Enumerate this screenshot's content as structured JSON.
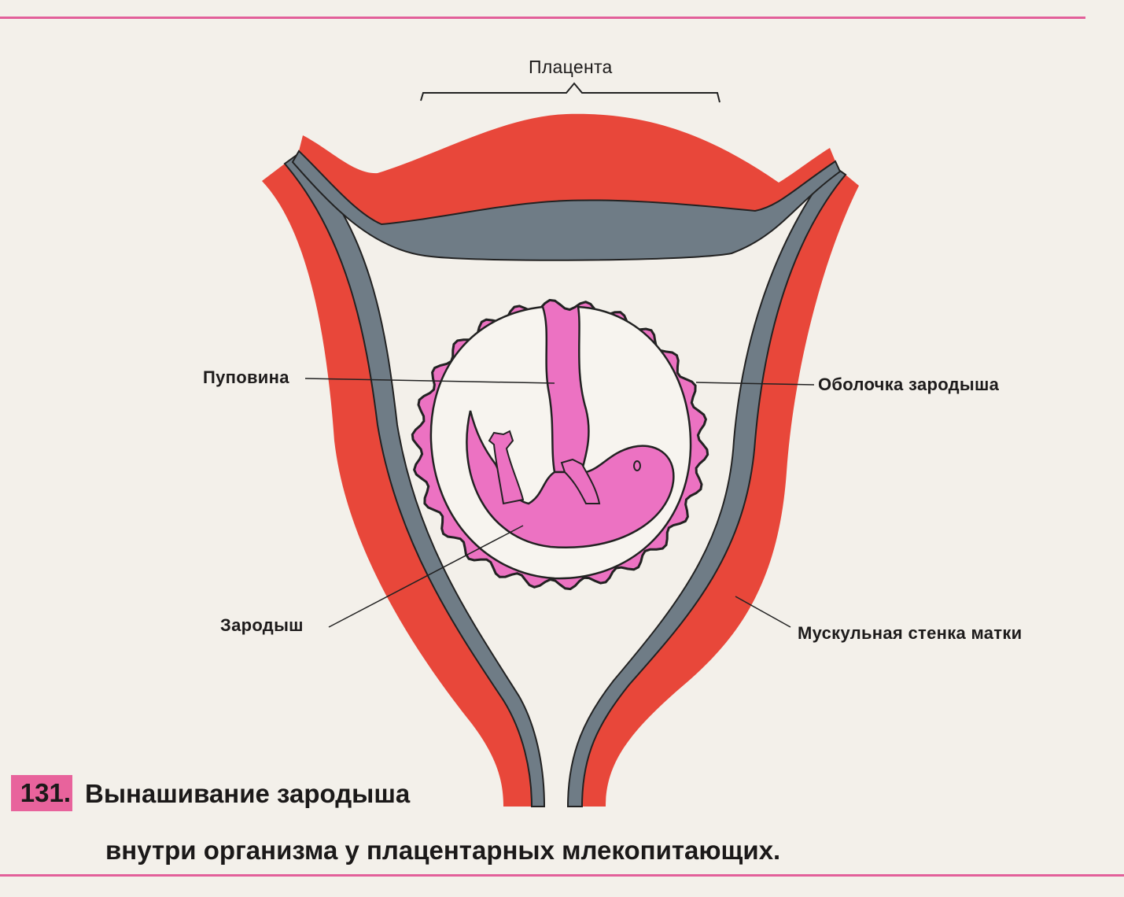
{
  "figure": {
    "number": "131.",
    "caption_line1": "Вынашивание зародыша",
    "caption_line2": "внутри организма у плацентарных млекопитающих."
  },
  "labels": {
    "placenta": "Плацента",
    "umbilical_cord": "Пуповина",
    "embryo_membrane": "Оболочка зародыша",
    "embryo": "Зародыш",
    "uterine_wall": "Мускульная стенка матки"
  },
  "colors": {
    "muscle": "#e8473a",
    "lining": "#6f7c86",
    "embryo_tissue": "#ec72c2",
    "accent": "#e8639c"
  }
}
